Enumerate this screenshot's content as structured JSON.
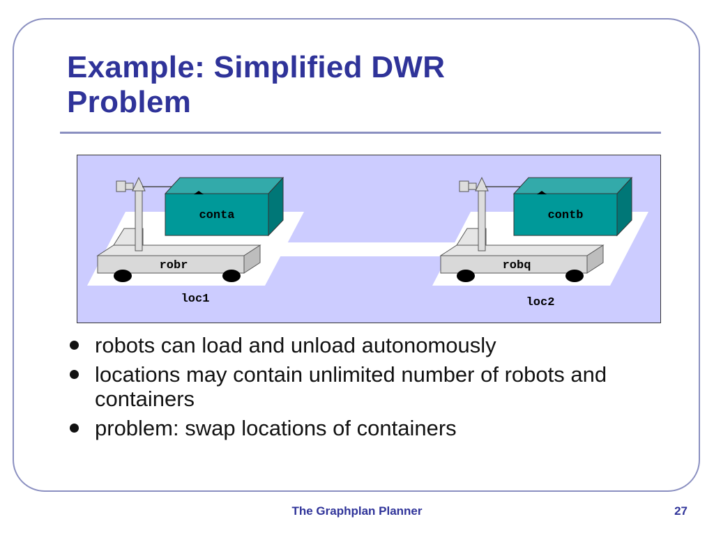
{
  "slide": {
    "title_line1": "Example: Simplified DWR",
    "title_line2": "Problem"
  },
  "figure": {
    "containers": [
      "conta",
      "contb"
    ],
    "robots": [
      "robr",
      "robq"
    ],
    "locations": [
      "loc1",
      "loc2"
    ],
    "colors": {
      "background": "#ccccff",
      "container": "#009999",
      "robot": "#d9d9d9",
      "location_floor": "#ffffff"
    }
  },
  "bullets": [
    "robots can load and unload autonomously",
    "locations may contain unlimited number of robots and containers",
    "problem: swap locations of containers"
  ],
  "footer": {
    "title": "The Graphplan Planner",
    "page": "27"
  }
}
